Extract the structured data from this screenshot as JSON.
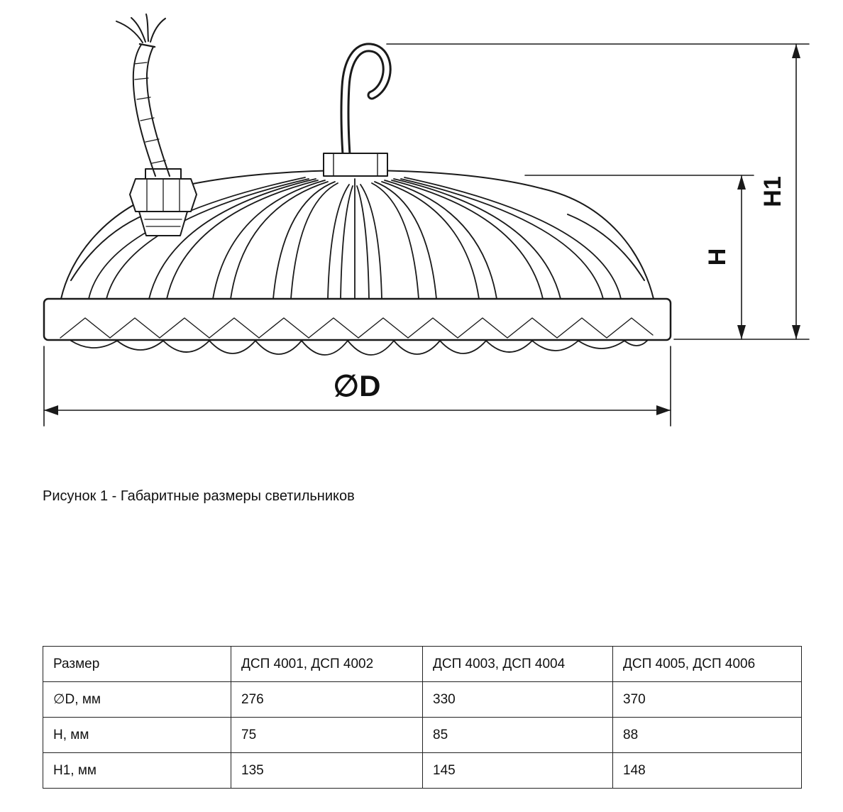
{
  "drawing": {
    "dim_h1": "H1",
    "dim_h": "H",
    "dim_d": "∅D"
  },
  "caption": "Рисунок 1 - Габаритные размеры светильников",
  "table": {
    "headers": [
      "Размер",
      "ДСП 4001, ДСП 4002",
      "ДСП 4003, ДСП 4004",
      "ДСП 4005, ДСП 4006"
    ],
    "rows": [
      {
        "label": "∅D, мм",
        "values": [
          "276",
          "330",
          "370"
        ]
      },
      {
        "label": "H, мм",
        "values": [
          "75",
          "85",
          "88"
        ]
      },
      {
        "label": "H1, мм",
        "values": [
          "135",
          "145",
          "148"
        ]
      }
    ]
  }
}
